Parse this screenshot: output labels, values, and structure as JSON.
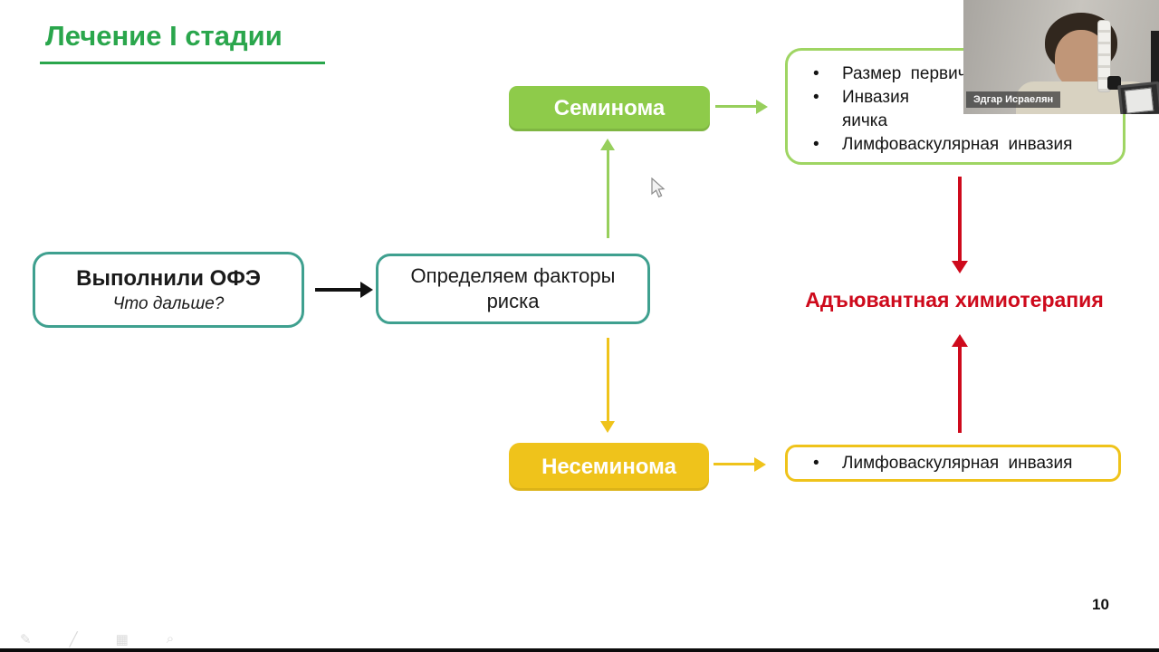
{
  "slide": {
    "title": "Лечение I стадии",
    "page_number": "10"
  },
  "flowchart": {
    "start_box": {
      "title": "Выполнили ОФЭ",
      "subtitle": "Что дальше?"
    },
    "risk_factors_box": {
      "label": "Определяем факторы риска"
    },
    "seminoma_box": {
      "label": "Семинома"
    },
    "nonseminoma_box": {
      "label": "Несеминома"
    },
    "seminoma_criteria": {
      "bullet_glyph": "•",
      "bullets": [
        "Размер первичн",
        "Инвазия      сосу\nяичка",
        "Лимфоваскулярная инвазия"
      ]
    },
    "nonseminoma_criteria": {
      "bullet_glyph": "•",
      "bullets": [
        "Лимфоваскулярная инвазия"
      ]
    },
    "outcome": {
      "label": "Адъювантная химиотерапия"
    }
  },
  "webcam": {
    "participant_name": "Эдгар Исраелян"
  },
  "presenter_toolbar": {
    "icons": [
      {
        "name": "pen-icon",
        "glyph": "✎"
      },
      {
        "name": "highlighter-icon",
        "glyph": "╱"
      },
      {
        "name": "grid-icon",
        "glyph": "▦"
      },
      {
        "name": "zoom-icon",
        "glyph": "⌕"
      }
    ]
  },
  "colors": {
    "title_green": "#2aa64c",
    "teal_border": "#3fa08f",
    "seminoma_green": "#8ecb4a",
    "light_green_border": "#9fd563",
    "gold": "#efc31b",
    "red": "#ce0a1c"
  }
}
